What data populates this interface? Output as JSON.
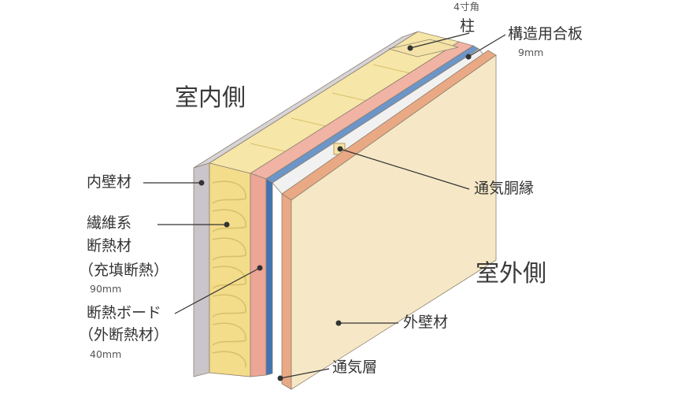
{
  "colors": {
    "interior_wall": "#c9c5ca",
    "interior_wall_top": "#d7d4d8",
    "fiber_insulation": "#f3dc8a",
    "fiber_insulation_top": "#f6e6a8",
    "insulation_board": "#eda595",
    "insulation_board_top": "#f0b3a4",
    "structural_plywood": "#3f73b3",
    "structural_plywood_top": "#6c95c8",
    "air_gap": "#f1f1f1",
    "exterior_wall": "#f6e8c6",
    "exterior_wall_edge": "#e9a984",
    "post": "#f4e2a7",
    "leader_line": "#333333"
  },
  "labels": {
    "interior_side": "室内側",
    "exterior_side": "室外側",
    "post_size": "4寸角",
    "post": "柱",
    "plywood": "構造用合板",
    "plywood_thickness": "9mm",
    "furring": "通気胴縁",
    "interior_wall": "内壁材",
    "fiber_line1": "繊維系",
    "fiber_line2": "断熱材",
    "fiber_line3": "（充填断熱）",
    "fiber_thickness": "90mm",
    "board_line1": "断熱ボード",
    "board_line2": "（外断熱材）",
    "board_thickness": "40mm",
    "exterior_wall": "外壁材",
    "air_layer": "通気層"
  }
}
